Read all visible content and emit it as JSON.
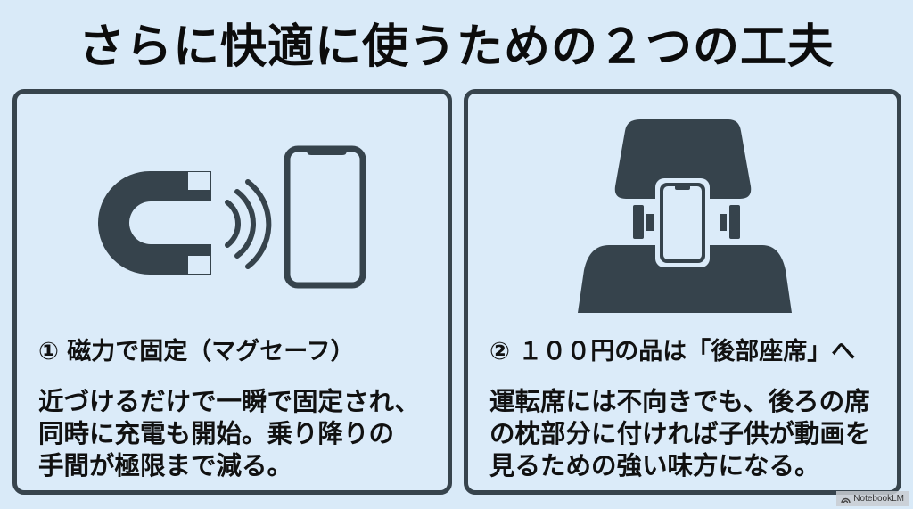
{
  "title": "さらに快適に使うための２つの工夫",
  "colors": {
    "background": "#d9eaf8",
    "panel_border": "#37444d",
    "icon_fill": "#36434c",
    "text": "#111111"
  },
  "panels": [
    {
      "icon": "magnet-to-phone-icon",
      "heading": "① 磁力で固定（マグセーフ）",
      "body_lines": [
        "近づけるだけで一瞬で固定され、",
        "同時に充電も開始。乗り降りの",
        "手間が極限まで減る。"
      ]
    },
    {
      "icon": "headrest-phone-mount-icon",
      "heading": "② １００円の品は「後部座席」へ",
      "body_lines": [
        "運転席には不向きでも、後ろの席",
        "の枕部分に付ければ子供が動画を",
        "見るための強い味方になる。"
      ]
    }
  ],
  "watermark": {
    "icon": "notebooklm-logo-icon",
    "label": "NotebookLM"
  }
}
